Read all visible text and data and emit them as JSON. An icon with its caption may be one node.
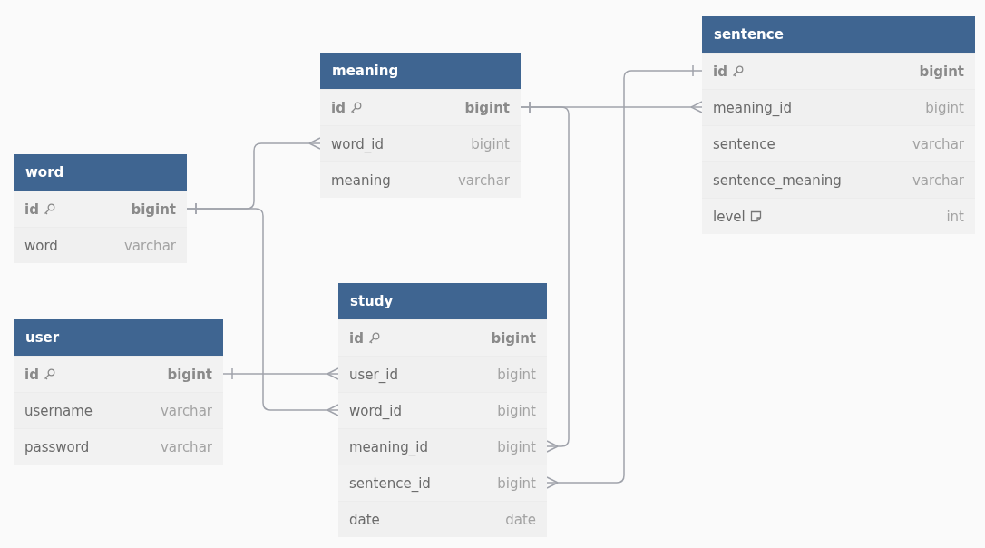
{
  "diagram": {
    "nodes": [
      {
        "text": [
          "word"
        ]
      },
      {
        "text": [
          "id",
          "bigint"
        ],
        "in": 0
      },
      {
        "text": [
          "word",
          "varchar"
        ],
        "in": 0
      },
      {
        "text": [
          "meaning"
        ]
      },
      {
        "text": [
          "id",
          "bigint"
        ],
        "in": 3
      },
      {
        "text": [
          "word_id",
          "bigint"
        ],
        "in": 3
      },
      {
        "text": [
          "meaning",
          "varchar"
        ],
        "in": 3
      },
      {
        "text": [
          "sentence"
        ]
      },
      {
        "text": [
          "id",
          "bigint"
        ],
        "in": 7
      },
      {
        "text": [
          "meaning_id",
          "bigint"
        ],
        "in": 7
      },
      {
        "text": [
          "sentence",
          "varchar"
        ],
        "in": 7
      },
      {
        "text": [
          "sentence_meaning",
          "varchar"
        ],
        "in": 7
      },
      {
        "text": [
          "level",
          "int"
        ],
        "in": 7
      },
      {
        "text": [
          "user"
        ]
      },
      {
        "text": [
          "id",
          "bigint"
        ],
        "in": 13
      },
      {
        "text": [
          "username",
          "varchar"
        ],
        "in": 13
      },
      {
        "text": [
          "password",
          "varchar"
        ],
        "in": 13
      },
      {
        "text": [
          "study"
        ]
      },
      {
        "text": [
          "id",
          "bigint"
        ],
        "in": 17
      },
      {
        "text": [
          "user_id",
          "bigint"
        ],
        "in": 17
      },
      {
        "text": [
          "word_id",
          "bigint"
        ],
        "in": 17
      },
      {
        "text": [
          "meaning_id",
          "bigint"
        ],
        "in": 17
      },
      {
        "text": [
          "sentence_id",
          "bigint"
        ],
        "in": 17
      },
      {
        "text": [
          "date",
          "date"
        ],
        "in": 17
      }
    ],
    "edges": [
      {
        "from": 1,
        "to": 5,
        "arrow": "other"
      },
      {
        "from": 1,
        "to": 20,
        "arrow": "other"
      },
      {
        "from": 4,
        "to": 9,
        "arrow": "other"
      },
      {
        "from": 4,
        "to": 21,
        "arrow": "other"
      },
      {
        "from": 8,
        "to": 22,
        "arrow": "other"
      },
      {
        "from": 14,
        "to": 19,
        "arrow": "other"
      }
    ]
  }
}
